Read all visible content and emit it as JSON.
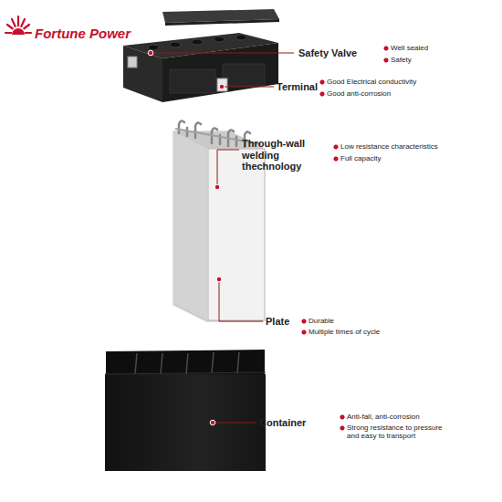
{
  "diagram": {
    "labels": [
      "Fortune Power",
      "Safety Valve",
      "Well sealed",
      "Safety",
      "Terminal",
      "Good Electrical conductivity",
      "Good anti-corrosion",
      "Through-wall welding thechnology",
      "Low resistance characteristics",
      "Full capacity",
      "Plate",
      "Durable",
      "Multiple times of cycle",
      "Container",
      "Anti-fall, anti-corrosion",
      "Strong resistance to pressure and easy to transport"
    ]
  }
}
